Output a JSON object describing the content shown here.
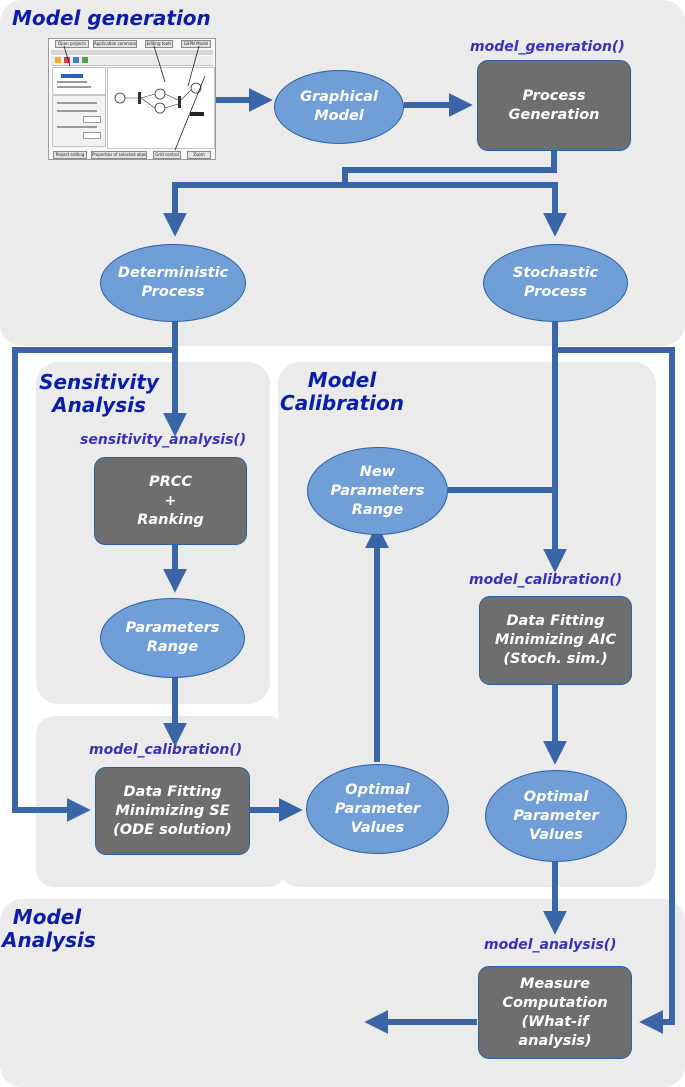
{
  "sections": {
    "model_generation": "Model generation",
    "sensitivity_analysis": "Sensitivity\nAnalysis",
    "model_calibration": "Model\nCalibration",
    "model_analysis": "Model\nAnalysis"
  },
  "functions": {
    "model_generation": "model_generation()",
    "sensitivity_analysis": "sensitivity_analysis()",
    "model_calibration_left": "model_calibration()",
    "model_calibration_right": "model_calibration()",
    "model_analysis": "model_analysis()"
  },
  "nodes": {
    "graphical_model": "Graphical\nModel",
    "process_generation": "Process\nGeneration",
    "deterministic_process": "Deterministic\nProcess",
    "stochastic_process": "Stochastic\nProcess",
    "prcc_ranking": "PRCC\n+\nRanking",
    "parameters_range": "Parameters\nRange",
    "new_parameters_range": "New\nParameters\nRange",
    "data_fitting_se": "Data Fitting\nMinimizing SE\n(ODE solution)",
    "optimal_values_left": "Optimal\nParameter\nValues",
    "data_fitting_aic": "Data Fitting\nMinimizing AIC\n(Stoch. sim.)",
    "optimal_values_right": "Optimal\nParameter\nValues",
    "measure_computation": "Measure\nComputation\n(What-if\nanalysis)"
  },
  "screenshot": {
    "top_buttons": [
      "Open projects",
      "Application commands",
      "Editing tools",
      "GSPN Model"
    ],
    "bottom_buttons": [
      "Project editing",
      "Properties of selected objects",
      "Grid control",
      "Zoom"
    ]
  },
  "colors": {
    "panel": "#ebebeb",
    "oval_fill": "#6f9fd6",
    "box_fill": "#6e6e6e",
    "arrow": "#3a66a8",
    "heading": "#0b1ea8",
    "function": "#3a31b8"
  }
}
